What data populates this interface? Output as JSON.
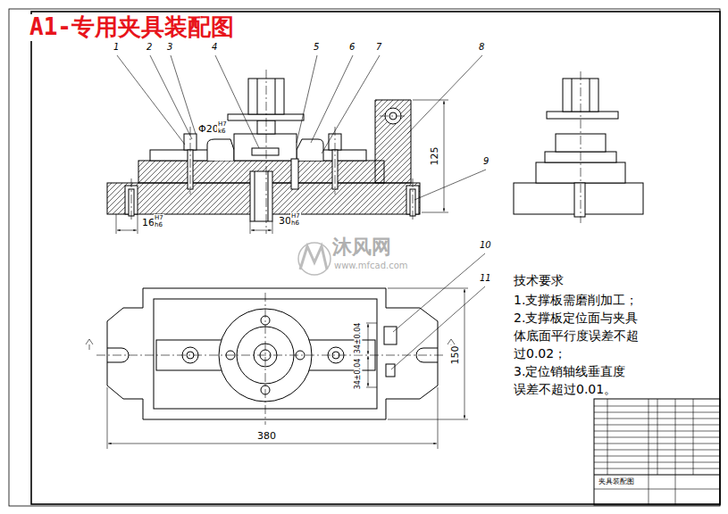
{
  "diagram": {
    "title": "A1-专用夹具装配图",
    "labels": [
      "1",
      "2",
      "3",
      "4",
      "5",
      "6",
      "7",
      "8",
      "9",
      "10",
      "11",
      "Φ20",
      "H7",
      "k6",
      "125",
      "16",
      "H7",
      "h6",
      "30",
      "H7",
      "h6",
      "34±0.04",
      "34±0.04",
      "150",
      "380",
      "技术要求",
      "1.支撑板需磨削加工；",
      "2.支撑板定位面与夹具体底面平行度误差不超过0.02；",
      "3.定位销轴线垂直度误差不超过0.01。",
      "沐风网",
      "www.mfcad.com",
      "夹具装配图"
    ]
  }
}
